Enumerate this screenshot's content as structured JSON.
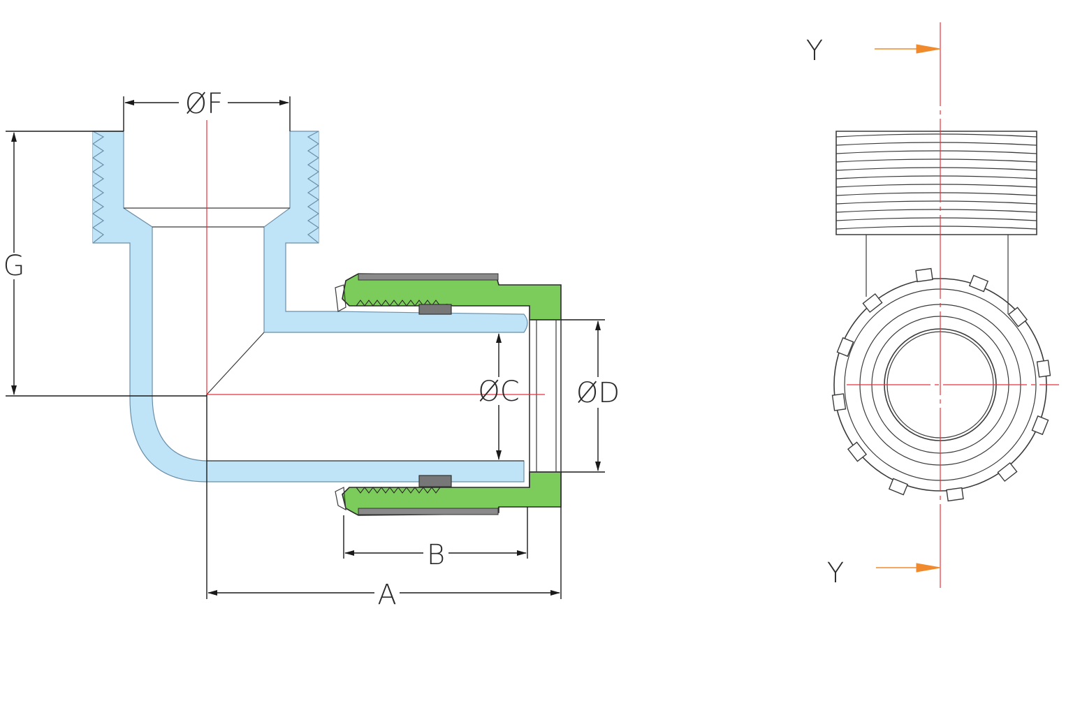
{
  "labels": {
    "dim_F": "ØF",
    "dim_G": "G",
    "dim_C": "ØC",
    "dim_D": "ØD",
    "dim_B": "B",
    "dim_A": "A",
    "section_top": "Y",
    "section_bottom": "Y"
  },
  "colors": {
    "body": "#bfe3f7",
    "nut": "#7ccc5b",
    "seal": "#777777",
    "centerline": "#e8323a",
    "section_arrow": "#f08a2c",
    "outline": "#3a3a3a"
  }
}
